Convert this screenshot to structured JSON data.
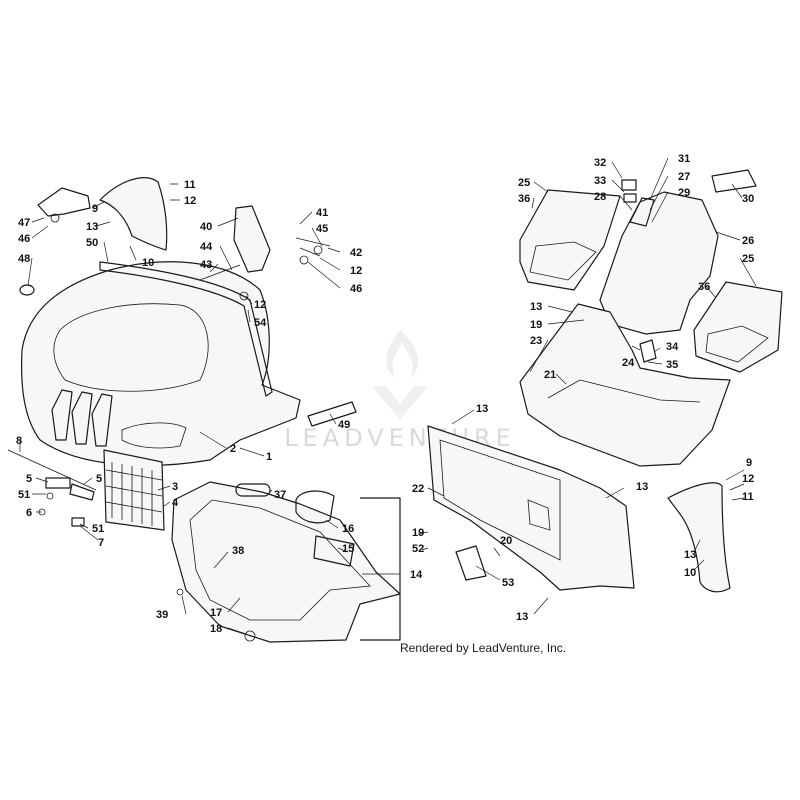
{
  "watermark": {
    "text": "LEADVENTURE"
  },
  "credit": "Rendered by LeadVenture, Inc.",
  "callouts": [
    {
      "id": "c-11a",
      "label": "11"
    },
    {
      "id": "c-12a",
      "label": "12"
    },
    {
      "id": "c-9a",
      "label": "9"
    },
    {
      "id": "c-13a",
      "label": "13"
    },
    {
      "id": "c-47",
      "label": "47"
    },
    {
      "id": "c-46a",
      "label": "46"
    },
    {
      "id": "c-48",
      "label": "48"
    },
    {
      "id": "c-50",
      "label": "50"
    },
    {
      "id": "c-10a",
      "label": "10"
    },
    {
      "id": "c-40",
      "label": "40"
    },
    {
      "id": "c-44",
      "label": "44"
    },
    {
      "id": "c-43",
      "label": "43"
    },
    {
      "id": "c-41",
      "label": "41"
    },
    {
      "id": "c-45",
      "label": "45"
    },
    {
      "id": "c-42",
      "label": "42"
    },
    {
      "id": "c-12b",
      "label": "12"
    },
    {
      "id": "c-46b",
      "label": "46"
    },
    {
      "id": "c-12c",
      "label": "12"
    },
    {
      "id": "c-54",
      "label": "54"
    },
    {
      "id": "c-2",
      "label": "2"
    },
    {
      "id": "c-1",
      "label": "1"
    },
    {
      "id": "c-49",
      "label": "49"
    },
    {
      "id": "c-8",
      "label": "8"
    },
    {
      "id": "c-5a",
      "label": "5"
    },
    {
      "id": "c-5b",
      "label": "5"
    },
    {
      "id": "c-51a",
      "label": "51"
    },
    {
      "id": "c-6",
      "label": "6"
    },
    {
      "id": "c-51b",
      "label": "51"
    },
    {
      "id": "c-7",
      "label": "7"
    },
    {
      "id": "c-3",
      "label": "3"
    },
    {
      "id": "c-4",
      "label": "4"
    },
    {
      "id": "c-37",
      "label": "37"
    },
    {
      "id": "c-16",
      "label": "16"
    },
    {
      "id": "c-15",
      "label": "15"
    },
    {
      "id": "c-38",
      "label": "38"
    },
    {
      "id": "c-39",
      "label": "39"
    },
    {
      "id": "c-17",
      "label": "17"
    },
    {
      "id": "c-18",
      "label": "18"
    },
    {
      "id": "c-14",
      "label": "14"
    },
    {
      "id": "c-32",
      "label": "32"
    },
    {
      "id": "c-31",
      "label": "31"
    },
    {
      "id": "c-33",
      "label": "33"
    },
    {
      "id": "c-27",
      "label": "27"
    },
    {
      "id": "c-28",
      "label": "28"
    },
    {
      "id": "c-29",
      "label": "29"
    },
    {
      "id": "c-25a",
      "label": "25"
    },
    {
      "id": "c-36a",
      "label": "36"
    },
    {
      "id": "c-30",
      "label": "30"
    },
    {
      "id": "c-26",
      "label": "26"
    },
    {
      "id": "c-25b",
      "label": "25"
    },
    {
      "id": "c-36b",
      "label": "36"
    },
    {
      "id": "c-13b",
      "label": "13"
    },
    {
      "id": "c-19a",
      "label": "19"
    },
    {
      "id": "c-23",
      "label": "23"
    },
    {
      "id": "c-21",
      "label": "21"
    },
    {
      "id": "c-24",
      "label": "24"
    },
    {
      "id": "c-34",
      "label": "34"
    },
    {
      "id": "c-35",
      "label": "35"
    },
    {
      "id": "c-13c",
      "label": "13"
    },
    {
      "id": "c-22",
      "label": "22"
    },
    {
      "id": "c-19b",
      "label": "19"
    },
    {
      "id": "c-52",
      "label": "52"
    },
    {
      "id": "c-20",
      "label": "20"
    },
    {
      "id": "c-53",
      "label": "53"
    },
    {
      "id": "c-13d",
      "label": "13"
    },
    {
      "id": "c-13e",
      "label": "13"
    },
    {
      "id": "c-9b",
      "label": "9"
    },
    {
      "id": "c-12d",
      "label": "12"
    },
    {
      "id": "c-11b",
      "label": "11"
    },
    {
      "id": "c-13f",
      "label": "13"
    },
    {
      "id": "c-10b",
      "label": "10"
    }
  ]
}
